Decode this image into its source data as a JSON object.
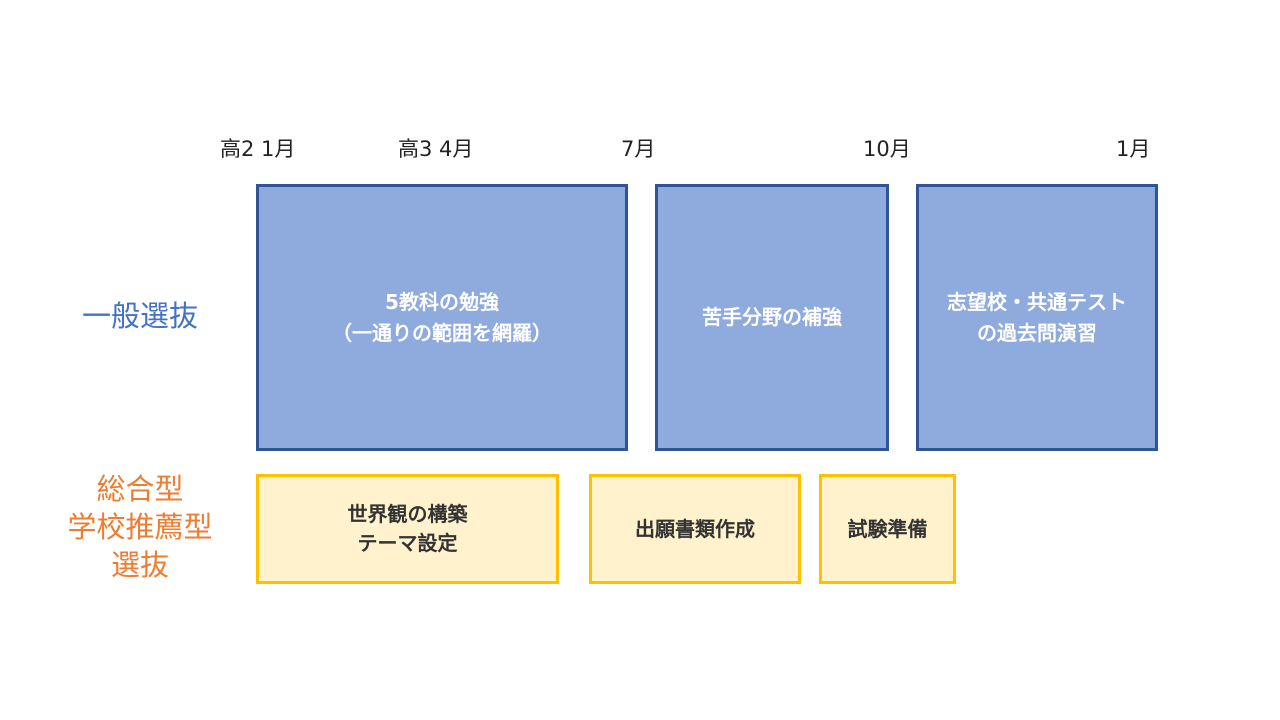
{
  "timeline": {
    "labels": [
      "高2 1月",
      "高3 4月",
      "7月",
      "10月",
      "1月"
    ]
  },
  "rows": {
    "general_label": "一般選抜",
    "comprehensive_label": [
      "総合型",
      "学校推薦型",
      "選抜"
    ]
  },
  "general_boxes": [
    {
      "lines": [
        "5教科の勉強",
        "（一通りの範囲を網羅）"
      ]
    },
    {
      "lines": [
        "苦手分野の補強"
      ]
    },
    {
      "lines": [
        "志望校・共通テスト",
        "の過去問演習"
      ]
    }
  ],
  "comprehensive_boxes": [
    {
      "lines": [
        "世界観の構築",
        "テーマ設定"
      ]
    },
    {
      "lines": [
        "出願書類作成"
      ]
    },
    {
      "lines": [
        "試験準備"
      ]
    }
  ],
  "colors": {
    "general_fill": "#8faadc",
    "general_border": "#2f5597",
    "general_label": "#4472c4",
    "comprehensive_fill": "#fff2cc",
    "comprehensive_border": "#ffc000",
    "comprehensive_label": "#ed7d31"
  }
}
